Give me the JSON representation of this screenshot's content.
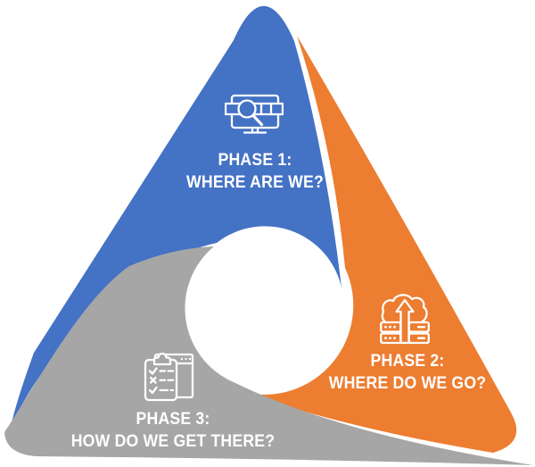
{
  "diagram_title": "three-phase-cycle",
  "background_color": "#FFFFFF",
  "text_color": "#FFFFFF",
  "phases": [
    {
      "label": "PHASE 1:",
      "question": "WHERE ARE WE?",
      "color": "#4472C4",
      "icon": "monitor-search-icon",
      "position": "top"
    },
    {
      "label": "PHASE 2:",
      "question": "WHERE DO WE GO?",
      "color": "#ED7D31",
      "icon": "cloud-upload-database-icon",
      "position": "right"
    },
    {
      "label": "PHASE 3:",
      "question": "HOW DO WE GET THERE?",
      "color": "#A6A6A6",
      "icon": "checklist-clipboard-icon",
      "position": "bottom-left"
    }
  ]
}
